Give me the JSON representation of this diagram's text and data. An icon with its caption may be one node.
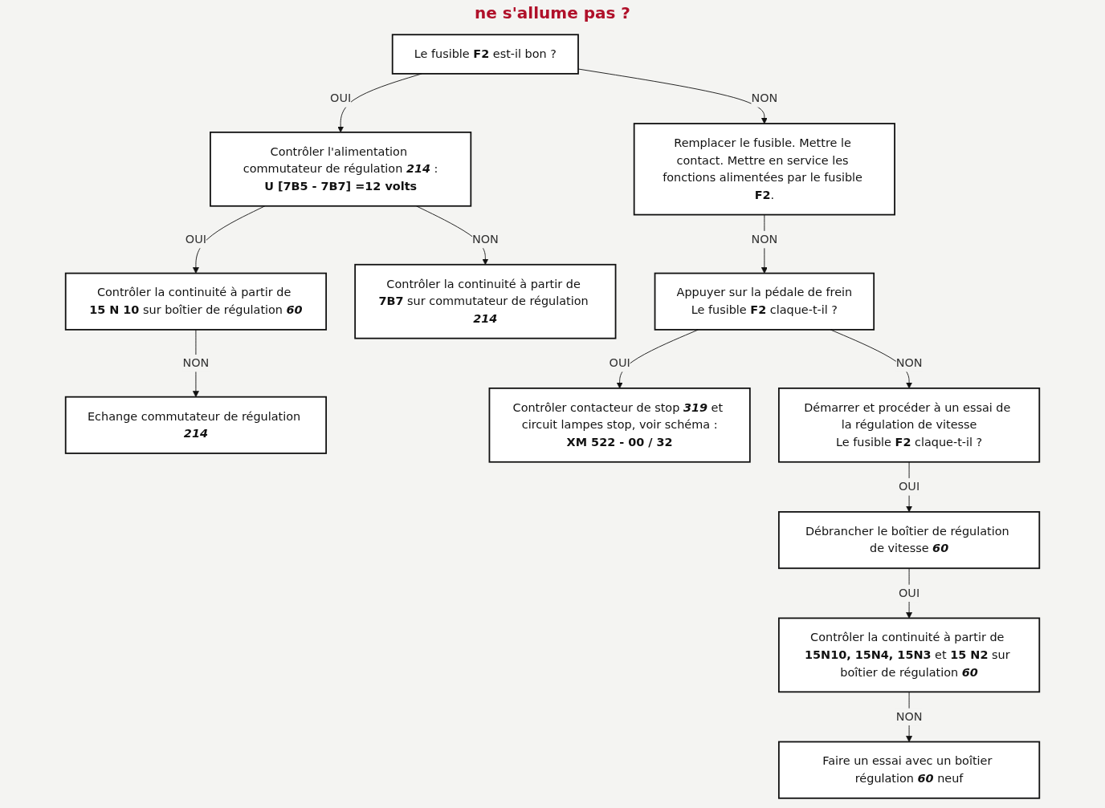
{
  "diagram": {
    "title": "ne s'allume pas ?",
    "nodes": [
      {
        "text": [
          "Le fusible **F2** est-il bon ?"
        ]
      },
      {
        "text": [
          "Contrôler l'alimentation commutateur de régulation *214* :",
          "**U [7B5 - 7B7] =12 volts**"
        ]
      },
      {
        "text": [
          "Contrôler la continuité à partir de **15 N 10** sur boîtier de régulation *60*"
        ]
      },
      {
        "text": [
          "Remplacer le fusible. Mettre le contact. Mettre en service les fonctions alimentées par le fusible **F2**."
        ]
      },
      {
        "text": [
          "Contrôler la continuité à partir de **7B7** sur commutateur de régulation *214*"
        ]
      },
      {
        "text": [
          "Echange commutateur de régulation *214*"
        ]
      },
      {
        "text": [
          "Appuyer sur la pédale de frein",
          "Le fusible **F2** claque-t-il ?"
        ]
      },
      {
        "text": [
          "Contrôler contacteur de stop *319* et circuit lampes stop, voir schéma :",
          "**XM 522 - 00 / 32**"
        ]
      },
      {
        "text": [
          "Démarrer et procéder à un essai de la régulation de vitesse",
          "Le fusible **F2** claque-t-il ?"
        ]
      },
      {
        "text": [
          "Débrancher le boîtier de régulation de vitesse *60*"
        ]
      },
      {
        "text": [
          "Contrôler la continuité à partir de **15N10, 15N4, 15N3** et **15 N2** sur boîtier de régulation *60*"
        ]
      },
      {
        "text": [
          "Faire un essai avec un boîtier régulation *60* neuf"
        ]
      }
    ],
    "edges": [
      {
        "from": 0,
        "to": 1,
        "arrow": "to",
        "label": "OUI"
      },
      {
        "from": 0,
        "to": 3,
        "arrow": "to",
        "label": "NON"
      },
      {
        "from": 1,
        "to": 2,
        "arrow": "to",
        "label": "OUI"
      },
      {
        "from": 1,
        "to": 4,
        "arrow": "to",
        "label": "NON"
      },
      {
        "from": 2,
        "to": 5,
        "arrow": "to",
        "label": "NON"
      },
      {
        "from": 3,
        "to": 6,
        "arrow": "to",
        "label": "NON"
      },
      {
        "from": 6,
        "to": 7,
        "arrow": "to",
        "label": "OUI"
      },
      {
        "from": 6,
        "to": 8,
        "arrow": "to",
        "label": "NON"
      },
      {
        "from": 8,
        "to": 9,
        "arrow": "to",
        "label": "OUI"
      },
      {
        "from": 9,
        "to": 10,
        "arrow": "to",
        "label": "OUI"
      },
      {
        "from": 10,
        "to": 11,
        "arrow": "to",
        "label": "NON"
      }
    ]
  }
}
